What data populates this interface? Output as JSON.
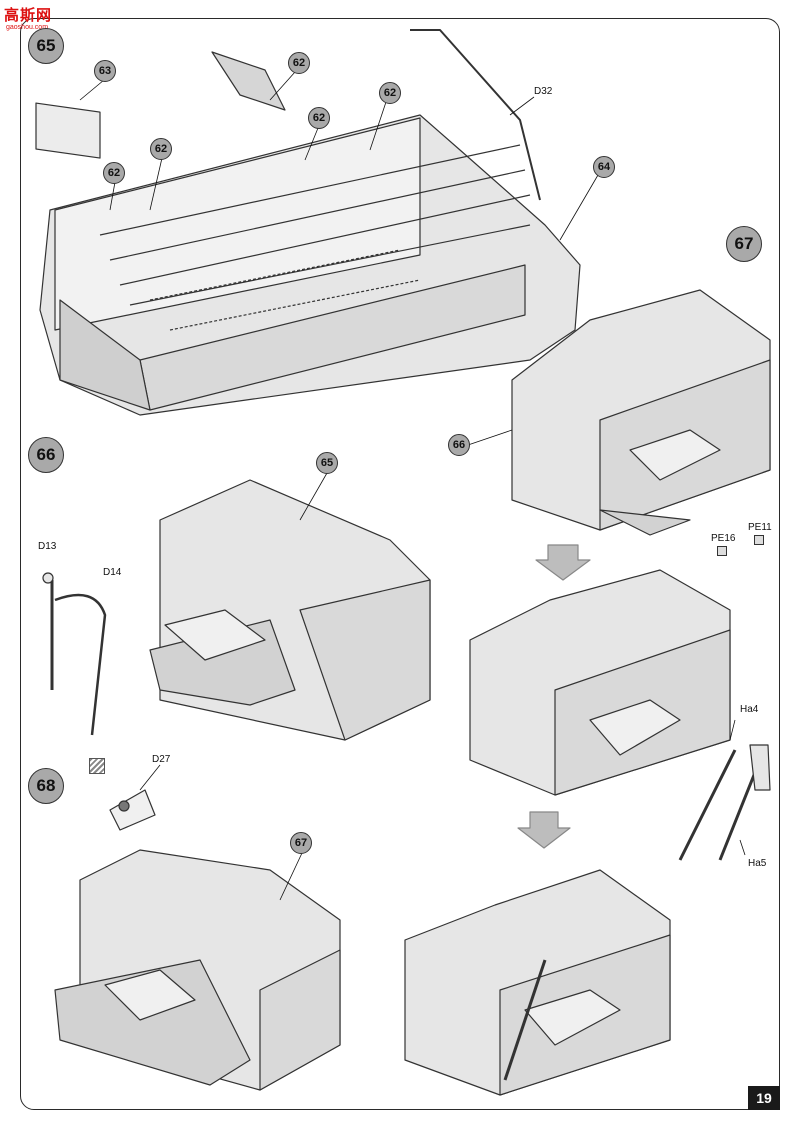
{
  "watermark": {
    "text": "高斯网",
    "url": "gaoshou.com"
  },
  "page_number": "19",
  "steps": {
    "s65": "65",
    "s66": "66",
    "s67": "67",
    "s68": "68"
  },
  "callouts": {
    "c63": "63",
    "c62a": "62",
    "c62b": "62",
    "c62c": "62",
    "c62d": "62",
    "c62e": "62",
    "c64": "64",
    "c65": "65",
    "c66": "66",
    "c67": "67"
  },
  "part_labels": {
    "d32": "D32",
    "d13": "D13",
    "d14": "D14",
    "pe16": "PE16",
    "pe11": "PE11",
    "ha4": "Ha4",
    "ha5": "Ha5",
    "d27": "D27"
  },
  "colors": {
    "part_fill": "#e6e6e6",
    "outline": "#333333",
    "callout_fill": "#a9a9a9"
  }
}
